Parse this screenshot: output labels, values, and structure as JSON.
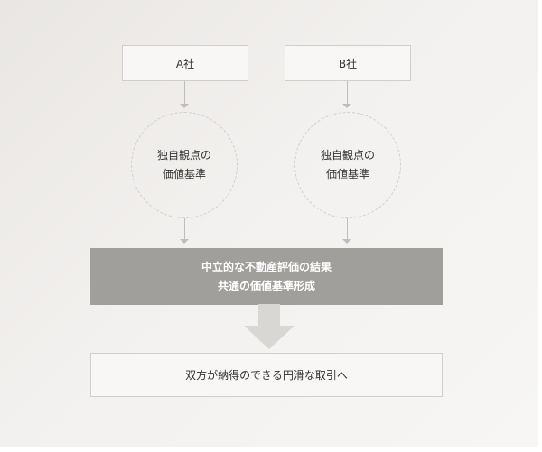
{
  "company_a": {
    "label": "A社"
  },
  "company_b": {
    "label": "B社"
  },
  "circle_a": {
    "line1": "独自観点の",
    "line2": "価値基準"
  },
  "circle_b": {
    "line1": "独自観点の",
    "line2": "価値基準"
  },
  "result": {
    "line1": "中立的な不動産評価の結果",
    "line2": "共通の価値基準形成"
  },
  "final": {
    "label": "双方が納得のできる円滑な取引へ"
  },
  "colors": {
    "result_fill": "#a19f9c",
    "arrow_fill": "#d9d7d4",
    "border": "#cfcfcf"
  }
}
